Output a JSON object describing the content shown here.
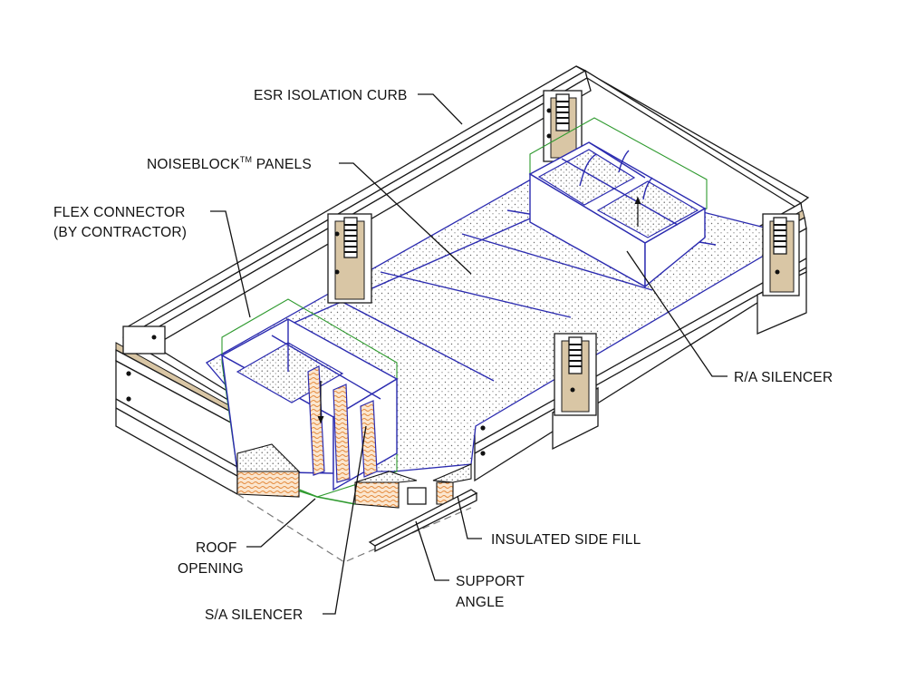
{
  "labels": {
    "esr_isolation_curb": "ESR ISOLATION CURB",
    "noiseblock_panels": "NOISEBLOCK",
    "noiseblock_tm": "TM",
    "noiseblock_suffix": " PANELS",
    "flex_connector_line1": "FLEX CONNECTOR",
    "flex_connector_line2": "(BY CONTRACTOR)",
    "ra_silencer": "R/A SILENCER",
    "insulated_side_fill": "INSULATED SIDE FILL",
    "roof_opening_line1": "ROOF",
    "roof_opening_line2": "OPENING",
    "support_angle_line1": "SUPPORT",
    "support_angle_line2": "ANGLE",
    "sa_silencer": "S/A SILENCER"
  },
  "colors": {
    "outline": "#1a1a1a",
    "panel_blue": "#2b2bb0",
    "flex_green": "#2f9a2f",
    "insulation_orange": "#e48a3c",
    "wood_tan": "#d9c6a5",
    "dot_fill": "#6a6a6a"
  }
}
